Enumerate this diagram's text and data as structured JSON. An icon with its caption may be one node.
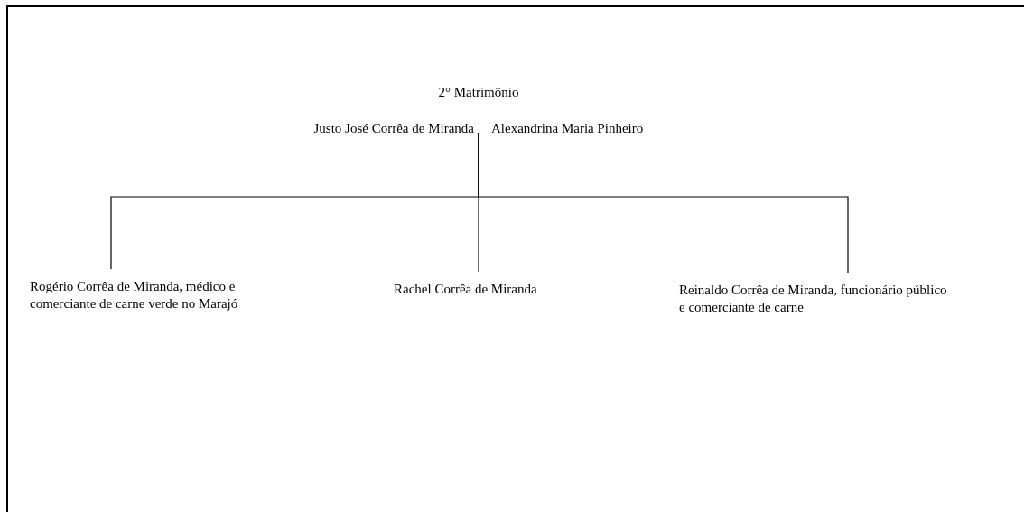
{
  "diagram": {
    "nodes": [
      {
        "text": [
          "2° Matrimônio"
        ]
      },
      {
        "text": [
          "Justo José Corrêa de Miranda"
        ],
        "in": 0
      },
      {
        "text": [
          "Alexandrina Maria Pinheiro"
        ],
        "in": 0
      },
      {
        "text": [
          "Rogério Corrêa de Miranda, médico e comerciante de carne verde no Marajó"
        ]
      },
      {
        "text": [
          "Rachel Corrêa de Miranda"
        ]
      },
      {
        "text": [
          "Reinaldo Corrêa de Miranda, funcionário público e comerciante de carne"
        ]
      }
    ],
    "edges": [
      {
        "from": 0,
        "to": 3,
        "arrow": "none"
      },
      {
        "from": 0,
        "to": 4,
        "arrow": "none"
      },
      {
        "from": 0,
        "to": 5,
        "arrow": "none"
      }
    ]
  }
}
